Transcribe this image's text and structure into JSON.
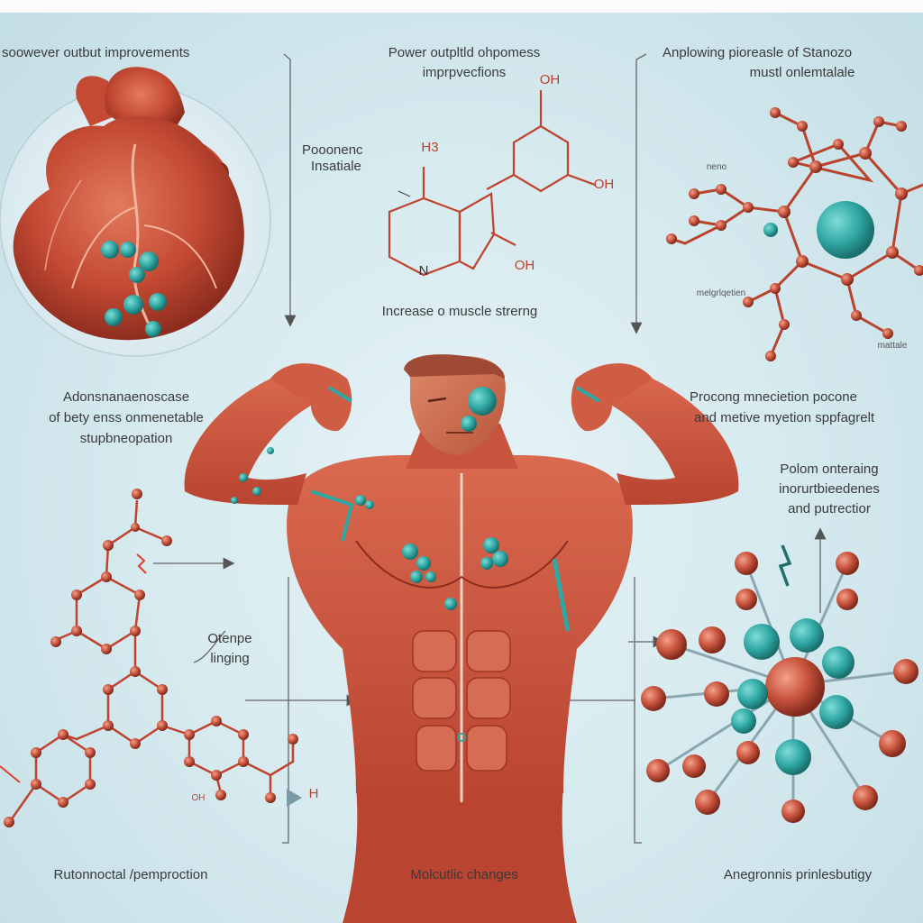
{
  "labels": {
    "top_left": "soowever outbut improvements",
    "top_center_1": "Power outpltld ohpomess",
    "top_center_2": "imprpvecfions",
    "top_right_1": "Anplowing pioreasle of Stanozo",
    "top_right_2": "mustl onlemtalale",
    "chem_label_1": "Pooonenc",
    "chem_label_2": "Insatiale",
    "chem_caption": "Increase o muscle strerng",
    "mid_left_1": "Adonsnanaenoscase",
    "mid_left_2": "of bety enss onmenetable",
    "mid_left_3": "stupbneopation",
    "mid_right_1": "Procong mnecietion pocone",
    "mid_right_2": "and metive myetion sppfagrelt",
    "right_side_1": "Polom onteraing",
    "right_side_2": "inorurtbieedenes",
    "right_side_3": "and putrectior",
    "left_side_1": "Otenpe",
    "left_side_2": "linging",
    "bottom_left": "Rutonnoctal /pemproction",
    "bottom_center": "Molcutlic changes",
    "bottom_right": "Anegronnis prinlesbutigy",
    "mol_nano": "neno",
    "mol_label_1": "melgrlqetien",
    "mol_label_2": "mattale",
    "atom_oh_1": "OH",
    "atom_oh_2": "OH",
    "atom_oh_3": "OH",
    "atom_h3": "H3",
    "atom_n": "N",
    "atom_h": "H"
  },
  "colors": {
    "muscle": "#c9543e",
    "muscle_dark": "#9e3524",
    "teal": "#2fa7a3",
    "bond": "#b8442e",
    "line": "#555555"
  },
  "icons": [
    "arrow-down-icon",
    "arrow-right-icon",
    "arrow-up-icon",
    "lightning-icon"
  ]
}
